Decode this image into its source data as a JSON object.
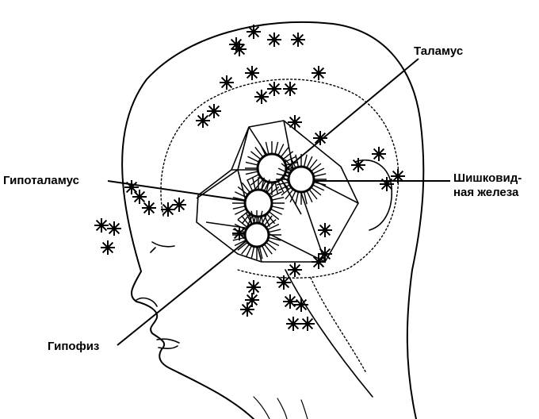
{
  "labels": {
    "thalamus": "Таламус",
    "hypothalamus": "Гипоталамус",
    "pineal_line1": "Шишковид-",
    "pineal_line2": "ная железа",
    "pituitary": "Гипофиз"
  },
  "colors": {
    "ink": "#000000",
    "background": "#ffffff"
  },
  "icons": {
    "star": "starburst-icon",
    "gland": "gland-starburst-icon"
  }
}
